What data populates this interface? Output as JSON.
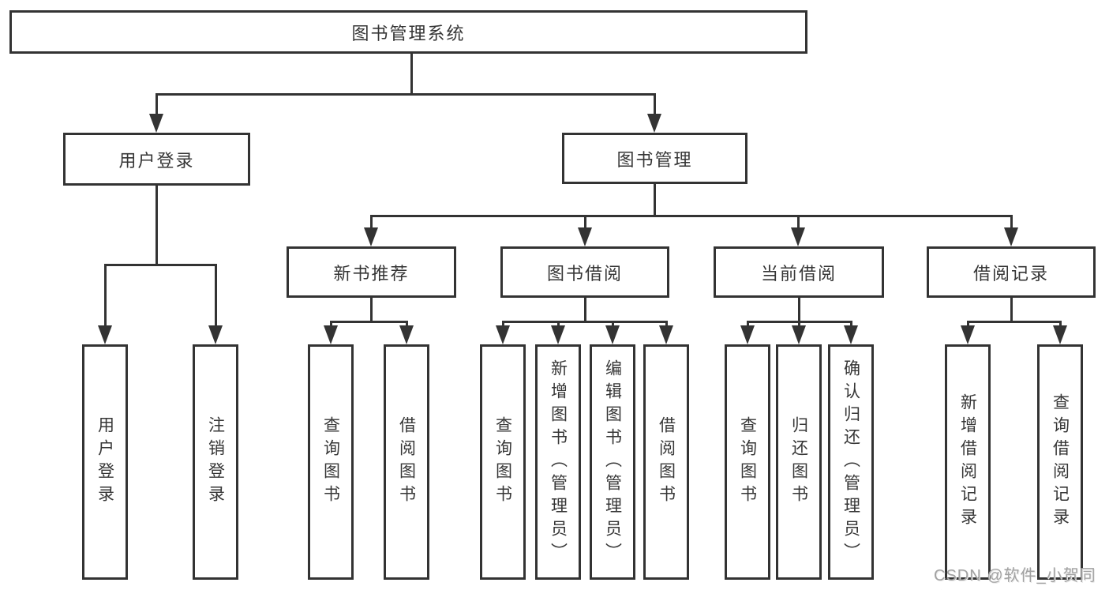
{
  "tree": {
    "root": {
      "label": "图书管理系统"
    },
    "branches": [
      {
        "label": "用户登录",
        "children": [
          {
            "label": "用户登录"
          },
          {
            "label": "注销登录"
          }
        ]
      },
      {
        "label": "图书管理",
        "groups": [
          {
            "label": "新书推荐",
            "children": [
              {
                "label": "查询图书"
              },
              {
                "label": "借阅图书"
              }
            ]
          },
          {
            "label": "图书借阅",
            "children": [
              {
                "label": "查询图书"
              },
              {
                "label": "新增图书（管理员）"
              },
              {
                "label": "编辑图书（管理员）"
              },
              {
                "label": "借阅图书"
              }
            ]
          },
          {
            "label": "当前借阅",
            "children": [
              {
                "label": "查询图书"
              },
              {
                "label": "归还图书"
              },
              {
                "label": "确认归还（管理员）"
              }
            ]
          },
          {
            "label": "借阅记录",
            "children": [
              {
                "label": "新增借阅记录"
              },
              {
                "label": "查询借阅记录"
              }
            ]
          }
        ]
      }
    ]
  },
  "watermark": {
    "text": "CSDN @软件_小贺同学"
  },
  "colors": {
    "line": "#333333",
    "text": "#363636",
    "watermark": "#a2a2a2",
    "background": "#ffffff"
  }
}
